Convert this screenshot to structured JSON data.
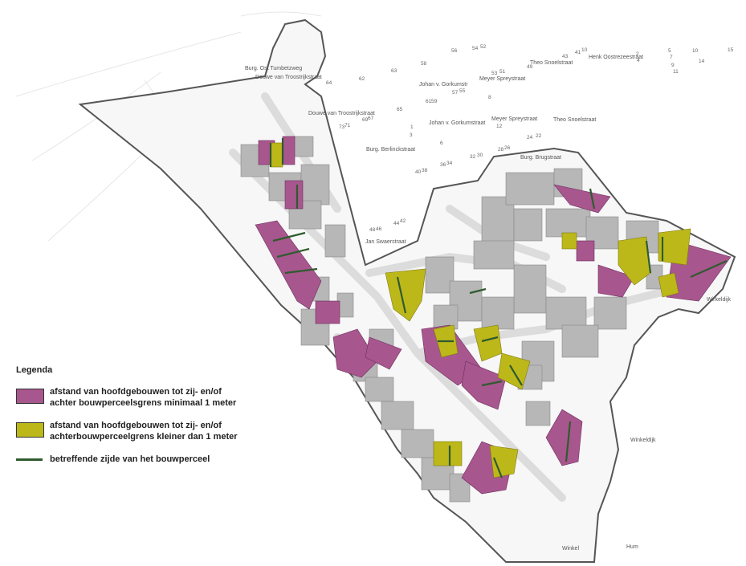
{
  "colors": {
    "magenta": "#a8568e",
    "olive": "#bdb81a",
    "grey_building": "#b7b7b7",
    "boundary": "#555555",
    "edge_line": "#2f5b2f",
    "road": "#d9d9d9"
  },
  "legend": {
    "title": "Legenda",
    "items": [
      {
        "label_line1": "afstand van hoofdgebouwen tot zij- en/of",
        "label_line2": "achter bouwperceelsgrens minimaal 1 meter"
      },
      {
        "label_line1": "afstand van hoofdgebouwen tot zij- en/of",
        "label_line2": "achterbouwperceelgrens kleiner dan 1 meter"
      },
      {
        "label_line1": "betreffende zijde van het bouwperceel",
        "label_line2": ""
      }
    ]
  },
  "streets": [
    "Burg. Ost Tumbetzweg",
    "Douwe van Troostrijkstraat",
    "Douwe van Troostrijkstraat",
    "Johan v. Gorkumstr",
    "Johan v. Gorkumstraat",
    "Meyer Spreystraat",
    "Meyer Spreystraat",
    "Theo Snoelstraat",
    "Theo Snoelstraat",
    "Henk Oostrezeestraat",
    "Burg. Berlinckstraat",
    "Burg. Brugstraat",
    "Jan Swaerstraat",
    "Wirkeldijk",
    "Winkeldijk",
    "Winkel",
    "Hum"
  ],
  "numbers": [
    "56",
    "54",
    "52",
    "58",
    "63",
    "62",
    "64",
    "65",
    "61",
    "59",
    "57",
    "55",
    "53",
    "51",
    "49",
    "43",
    "41",
    "10",
    "2",
    "4",
    "5",
    "7",
    "10",
    "15",
    "14",
    "11",
    "9",
    "3",
    "1",
    "6",
    "8",
    "12",
    "73",
    "71",
    "69",
    "67",
    "28",
    "26",
    "24",
    "22",
    "32",
    "30",
    "36",
    "34",
    "40",
    "38",
    "44",
    "42",
    "48",
    "46"
  ]
}
